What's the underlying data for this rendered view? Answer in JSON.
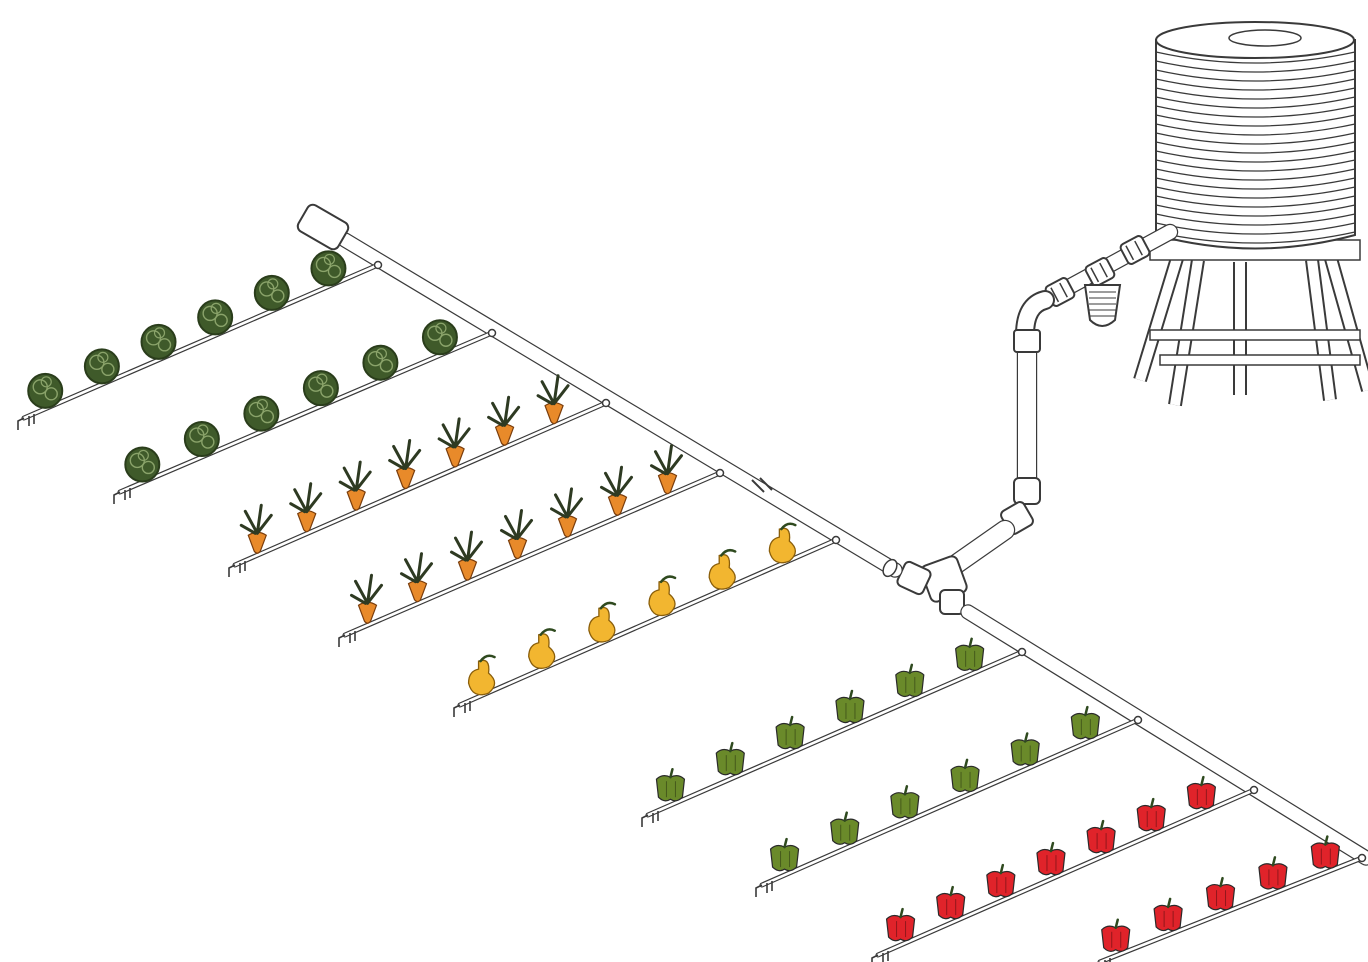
{
  "colors": {
    "background": "#ffffff",
    "line": "#3a3a3a",
    "pipe_fill": "#ffffff",
    "lettuce": "#3f5a2a",
    "lettuce_dark": "#2a3d1b",
    "carrot": "#e88a2a",
    "carrot_leaf": "#2e3a22",
    "squash": "#f2b630",
    "green_pepper": "#6a8a2a",
    "red_pepper": "#e0232a",
    "stem": "#2f4a1f"
  },
  "icons": {
    "tank": "water-tank-icon",
    "filter": "filter-icon",
    "valve": "valve-icon",
    "lettuce": "lettuce-icon",
    "carrot": "carrot-icon",
    "squash": "squash-icon",
    "green_pepper": "green-pepper-icon",
    "red_pepper": "red-pepper-icon"
  },
  "rows": [
    {
      "crop": "lettuce",
      "count": 6
    },
    {
      "crop": "lettuce",
      "count": 6
    },
    {
      "crop": "carrot",
      "count": 7
    },
    {
      "crop": "carrot",
      "count": 7
    },
    {
      "crop": "squash",
      "count": 6
    },
    {
      "crop": "green_pepper",
      "count": 6
    },
    {
      "crop": "green_pepper",
      "count": 6
    },
    {
      "crop": "red_pepper",
      "count": 7
    },
    {
      "crop": "red_pepper",
      "count": 5
    }
  ]
}
